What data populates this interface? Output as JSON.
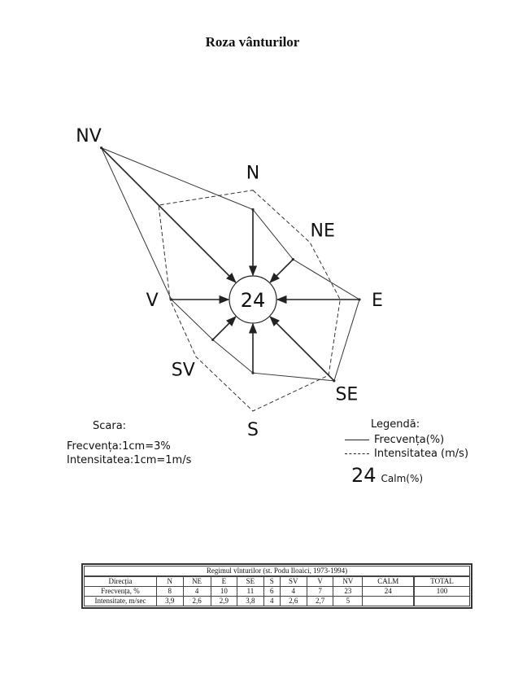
{
  "title": "Roza vânturilor",
  "chart_data": {
    "type": "radar",
    "center_label": "24",
    "directions": [
      "N",
      "NE",
      "E",
      "SE",
      "S",
      "SV",
      "V",
      "NV"
    ],
    "series": [
      {
        "name": "Frecvența(%)",
        "values": [
          8,
          4,
          10,
          11,
          6,
          4,
          7,
          23
        ],
        "line_style": "solid"
      },
      {
        "name": "Intensitatea (m/s)",
        "values": [
          3.9,
          2.6,
          2.9,
          3.8,
          4,
          2.6,
          2.7,
          5
        ],
        "line_style": "dashed"
      }
    ],
    "calm_percent": 24
  },
  "scale": {
    "title": "Scara:",
    "frequency": "Frecvența:1cm=3%",
    "intensity": "Intensitatea:1cm=1m/s"
  },
  "legend": {
    "title": "Legendă:",
    "frequency": "Frecvența(%)",
    "intensity": "Intensitatea (m/s)",
    "calm_value": "24",
    "calm_label": "Calm(%)"
  },
  "table": {
    "caption": "Regimul vînturilor (st. Podu Iloaici, 1973-1994)",
    "header": [
      "Direcția",
      "N",
      "NE",
      "E",
      "SE",
      "S",
      "SV",
      "V",
      "NV",
      "CALM",
      "TOTAL"
    ],
    "rows": [
      [
        "Frecvența, %",
        "8",
        "4",
        "10",
        "11",
        "6",
        "4",
        "7",
        "23",
        "24",
        "100"
      ],
      [
        "Intensitate, m/sec",
        "3,9",
        "2,6",
        "2,9",
        "3,8",
        "4",
        "2,6",
        "2,7",
        "5",
        "",
        ""
      ]
    ]
  }
}
